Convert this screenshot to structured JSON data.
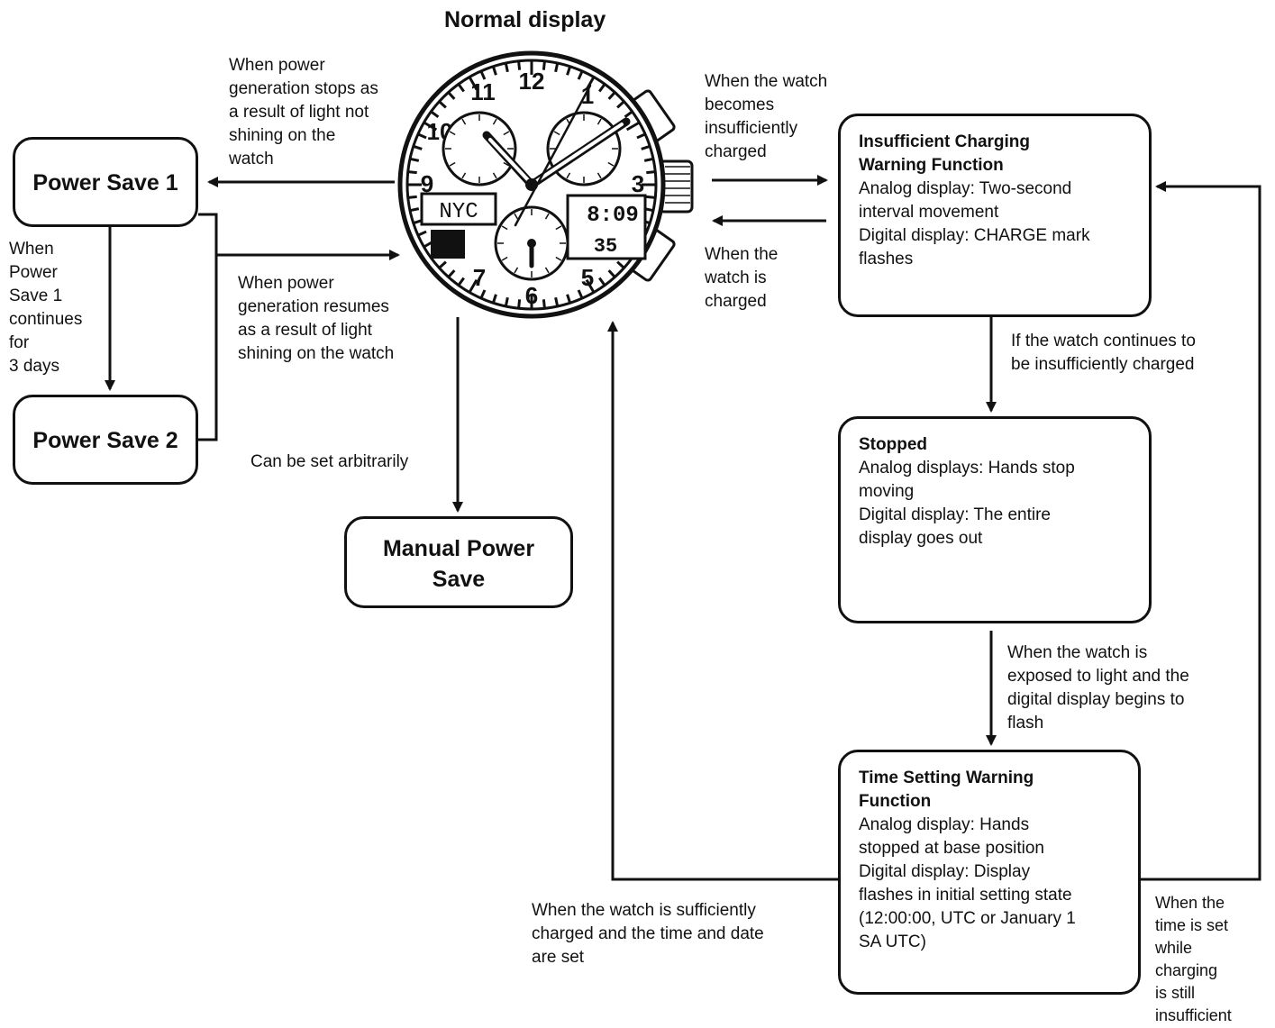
{
  "heading": "Normal display",
  "watch": {
    "numerals": [
      "12",
      "1",
      "3",
      "5",
      "6",
      "7",
      "9",
      "10",
      "11"
    ],
    "city": "NYC",
    "time": "8:09",
    "seconds": "35"
  },
  "boxes": {
    "power_save_1": "Power Save 1",
    "power_save_2": "Power Save 2",
    "manual_power_save": "Manual Power\nSave",
    "insufficient": {
      "title": "Insufficient Charging\nWarning Function",
      "body": "Analog display: Two-second\ninterval movement\nDigital display: CHARGE mark\nflashes"
    },
    "stopped": {
      "title": "Stopped",
      "body": "Analog displays: Hands stop\nmoving\nDigital display: The entire\ndisplay goes out"
    },
    "time_setting": {
      "title": "Time Setting Warning\nFunction",
      "body": "Analog display: Hands\nstopped at base position\nDigital display: Display\nflashes in initial setting state\n(12:00:00, UTC or January 1\nSA UTC)"
    }
  },
  "labels": {
    "power_stops": "When power\ngeneration stops as\na result of light not\nshining on the\nwatch",
    "power_resumes": "When power\ngeneration resumes\nas a result of light\nshining on the watch",
    "continues_3_days": "When\nPower\nSave 1\ncontinues\nfor\n3 days",
    "set_arbitrarily": "Can be set arbitrarily",
    "insufficiently_charged": "When the watch\nbecomes\ninsufficiently\ncharged",
    "is_charged": "When the\nwatch is\ncharged",
    "continues_insufficient": "If the watch continues to\nbe insufficiently charged",
    "exposed_to_light": "When the watch is\nexposed to light and the\ndigital display begins to\nflash",
    "sufficiently_charged": "When the watch is sufficiently\ncharged and the time and date\nare set",
    "time_set_while_charging": "When the\ntime is set\nwhile\ncharging\nis still\ninsufficient"
  }
}
